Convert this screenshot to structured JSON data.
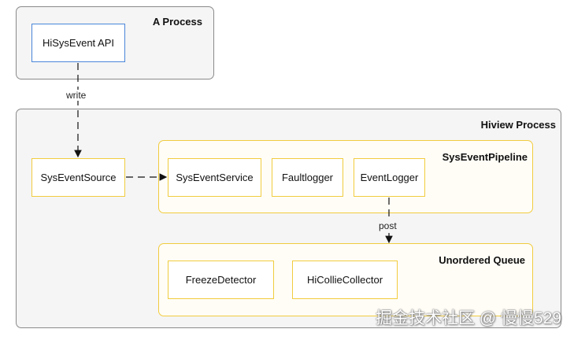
{
  "a_process": {
    "title": "A Process",
    "api_node": "HiSysEvent API"
  },
  "hiview_process": {
    "title": "Hiview Process",
    "source_node": "SysEventSource",
    "pipeline": {
      "title": "SysEventPipeline",
      "nodes": [
        "SysEventService",
        "Faultlogger",
        "EventLogger"
      ]
    },
    "queue": {
      "title": "Unordered Queue",
      "nodes": [
        "FreezeDetector",
        "HiCollieCollector"
      ]
    }
  },
  "edges": {
    "write": "write",
    "post": "post"
  },
  "watermark": "掘金技术社区 @ 慢慢529",
  "colors": {
    "process_border": "#8a8a8a",
    "process_fill": "#f5f5f5",
    "pipeline_border": "#f1cc3f",
    "api_border": "#4a86d9"
  }
}
